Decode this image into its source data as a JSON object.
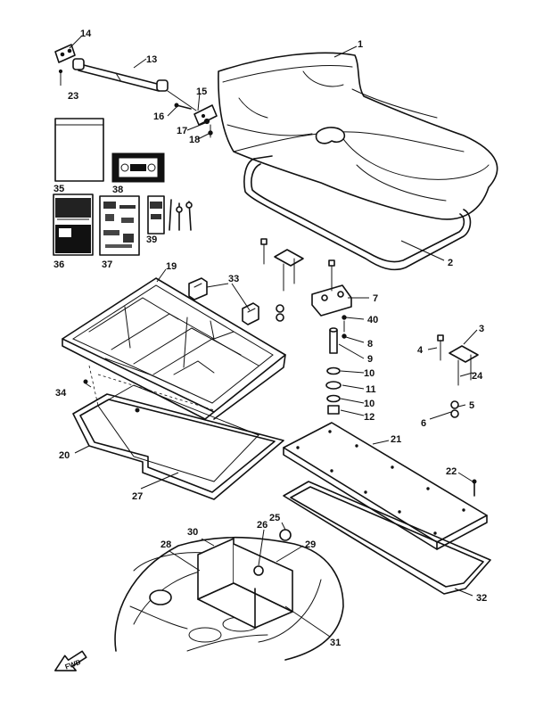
{
  "diagram": {
    "callouts": [
      {
        "number": "1"
      },
      {
        "number": "2"
      },
      {
        "number": "3"
      },
      {
        "number": "4"
      },
      {
        "number": "5"
      },
      {
        "number": "6"
      },
      {
        "number": "7"
      },
      {
        "number": "8"
      },
      {
        "number": "9"
      },
      {
        "number": "10"
      },
      {
        "number": "11"
      },
      {
        "number": "10"
      },
      {
        "number": "12"
      },
      {
        "number": "13"
      },
      {
        "number": "14"
      },
      {
        "number": "15"
      },
      {
        "number": "16"
      },
      {
        "number": "17"
      },
      {
        "number": "18"
      },
      {
        "number": "19"
      },
      {
        "number": "20"
      },
      {
        "number": "21"
      },
      {
        "number": "22"
      },
      {
        "number": "23"
      },
      {
        "number": "24"
      },
      {
        "number": "25"
      },
      {
        "number": "26"
      },
      {
        "number": "27"
      },
      {
        "number": "28"
      },
      {
        "number": "29"
      },
      {
        "number": "30"
      },
      {
        "number": "31"
      },
      {
        "number": "32"
      },
      {
        "number": "33"
      },
      {
        "number": "34"
      },
      {
        "number": "35"
      },
      {
        "number": "36"
      },
      {
        "number": "37"
      },
      {
        "number": "38"
      },
      {
        "number": "39"
      },
      {
        "number": "40"
      }
    ],
    "fwd_arrow_label": "FWD"
  }
}
